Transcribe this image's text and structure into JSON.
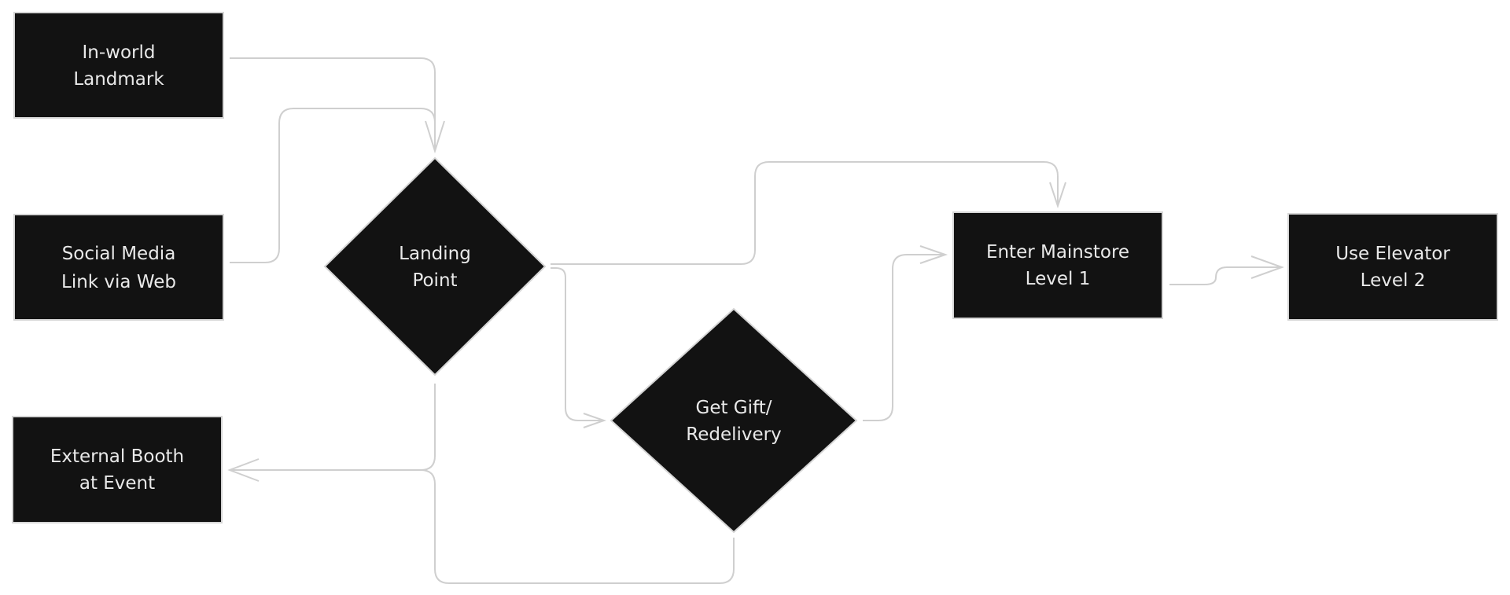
{
  "diagram": {
    "colors": {
      "node_fill": "#121212",
      "node_border": "#d6d6d6",
      "node_text": "#e9e9e9",
      "connector": "#cfcfcf",
      "background": "#ffffff"
    },
    "nodes": {
      "inworld": {
        "shape": "rectangle",
        "line1": "In-world",
        "line2": "Landmark"
      },
      "social": {
        "shape": "rectangle",
        "line1": "Social Media",
        "line2": "Link via Web"
      },
      "external": {
        "shape": "rectangle",
        "line1": "External Booth",
        "line2": "at Event"
      },
      "landing": {
        "shape": "diamond",
        "line1": "Landing",
        "line2": "Point"
      },
      "gift": {
        "shape": "diamond",
        "line1": "Get Gift/",
        "line2": "Redelivery"
      },
      "mainstore": {
        "shape": "rectangle",
        "line1": "Enter Mainstore",
        "line2": "Level 1"
      },
      "elevator": {
        "shape": "rectangle",
        "line1": "Use Elevator",
        "line2": "Level 2"
      }
    },
    "edges": [
      {
        "from": "inworld",
        "to": "landing"
      },
      {
        "from": "social",
        "to": "landing"
      },
      {
        "from": "landing",
        "to": "mainstore"
      },
      {
        "from": "landing",
        "to": "gift"
      },
      {
        "from": "landing",
        "to": "external"
      },
      {
        "from": "gift",
        "to": "mainstore"
      },
      {
        "from": "gift",
        "to": "external"
      },
      {
        "from": "mainstore",
        "to": "elevator"
      }
    ]
  }
}
